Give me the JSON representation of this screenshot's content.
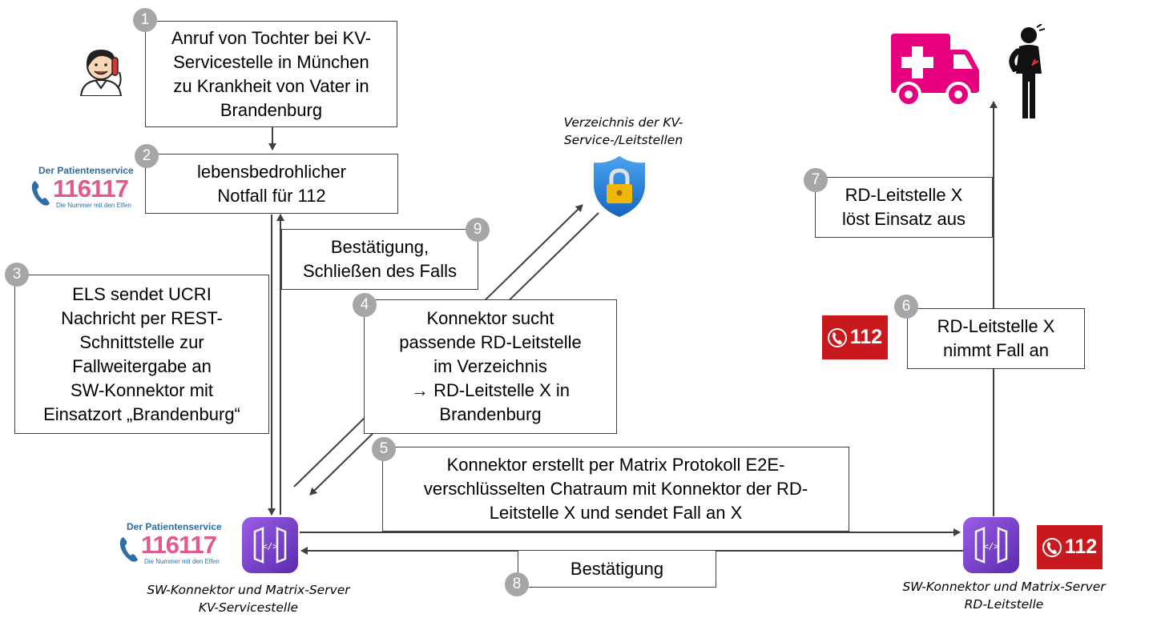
{
  "steps": [
    {
      "number": "1",
      "text": "Anruf von Tochter bei KV-\nServicestelle in München\nzu Krankheit von Vater in\nBrandenburg"
    },
    {
      "number": "2",
      "text": "lebensbedrohlicher\nNotfall für 112"
    },
    {
      "number": "3",
      "text": "ELS sendet UCRI\nNachricht per REST-\nSchnittstelle zur\nFallweitergabe an\nSW-Konnektor mit\nEinsatzort „Brandenburg“"
    },
    {
      "number": "4",
      "text": "Konnektor sucht\npassende RD-Leitstelle\nim Verzeichnis\n→ RD-Leitstelle X in\nBrandenburg"
    },
    {
      "number": "5",
      "text": "Konnektor erstellt per Matrix Protokoll E2E-\nverschlüsselten Chatraum mit Konnektor der RD-\nLeitstelle X und sendet Fall an X"
    },
    {
      "number": "6",
      "text": "RD-Leitstelle X\nnimmt Fall an"
    },
    {
      "number": "7",
      "text": "RD-Leitstelle X\nlöst Einsatz aus"
    },
    {
      "number": "8",
      "text": "Bestätigung"
    },
    {
      "number": "9",
      "text": "Bestätigung,\nSchließen des Falls"
    }
  ],
  "captions": {
    "directory": "Verzeichnis der KV-\nService-/Leitstellen",
    "left_connector": "SW-Konnektor und Matrix-Server\nKV-Servicestelle",
    "right_connector": "SW-Konnektor und Matrix-Server\nRD-Leitstelle"
  },
  "logos": {
    "patientenservice_line1": "Der Patientenservice",
    "patientenservice_number": "116117",
    "patientenservice_line2": "Die Nummer mit den Elfen",
    "emergency_number": "112"
  },
  "icons": [
    "woman-phone-icon",
    "shield-lock-icon",
    "connector-icon",
    "ambulance-icon",
    "injured-person-icon",
    "phone-icon"
  ],
  "colors": {
    "number_circle": "#a6a6a6",
    "box_border": "#404040",
    "arrow": "#404040",
    "emergency_red": "#c8191e",
    "ambulance": "#e6007e",
    "patientenservice_pink": "#e05a8b",
    "patientenservice_blue": "#2e6ea6",
    "connector_purple": "#7b3fc9",
    "shield_blue": "#1e7fd6",
    "lock_gold": "#f2b705"
  }
}
